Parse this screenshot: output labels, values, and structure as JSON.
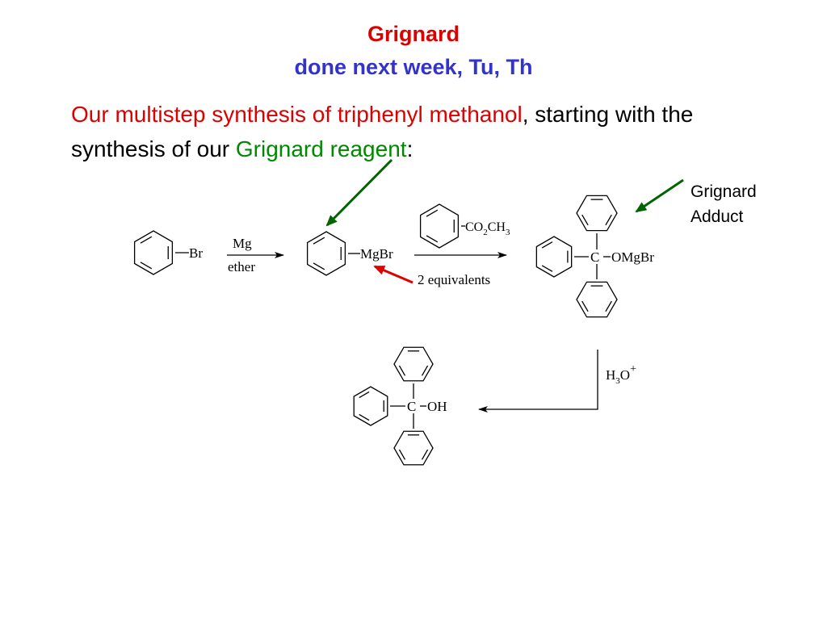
{
  "colors": {
    "red": "#dd0000",
    "blue": "#3333cc",
    "green": "#008800",
    "arrow_green": "#006400",
    "arrow_red": "#e00000"
  },
  "slide": {
    "title": "Grignard",
    "subtitle": "done next week, Tu, Th",
    "intro": {
      "part1": "Our multistep synthesis of triphenyl methanol",
      "part2": ", starting with the synthesis of our ",
      "part3": "Grignard reagent",
      "part4": ":"
    },
    "side_label": {
      "line1": "Grignard",
      "line2": "Adduct"
    }
  },
  "scheme": {
    "bromobenzene_label": "Br",
    "step1_reagent": "Mg",
    "step1_solvent": "ether",
    "grignard_label": "MgBr",
    "ester_co2": "CO",
    "ester_sub1": "2",
    "ester_ch": "CH",
    "ester_sub2": "3",
    "equivalents": "2 equivalents",
    "adduct_c": "C",
    "adduct_group": "OMgBr",
    "workup_h": "H",
    "workup_sub": "3",
    "workup_o": "O",
    "workup_sup": "+",
    "product_c": "C",
    "product_group": "OH"
  }
}
